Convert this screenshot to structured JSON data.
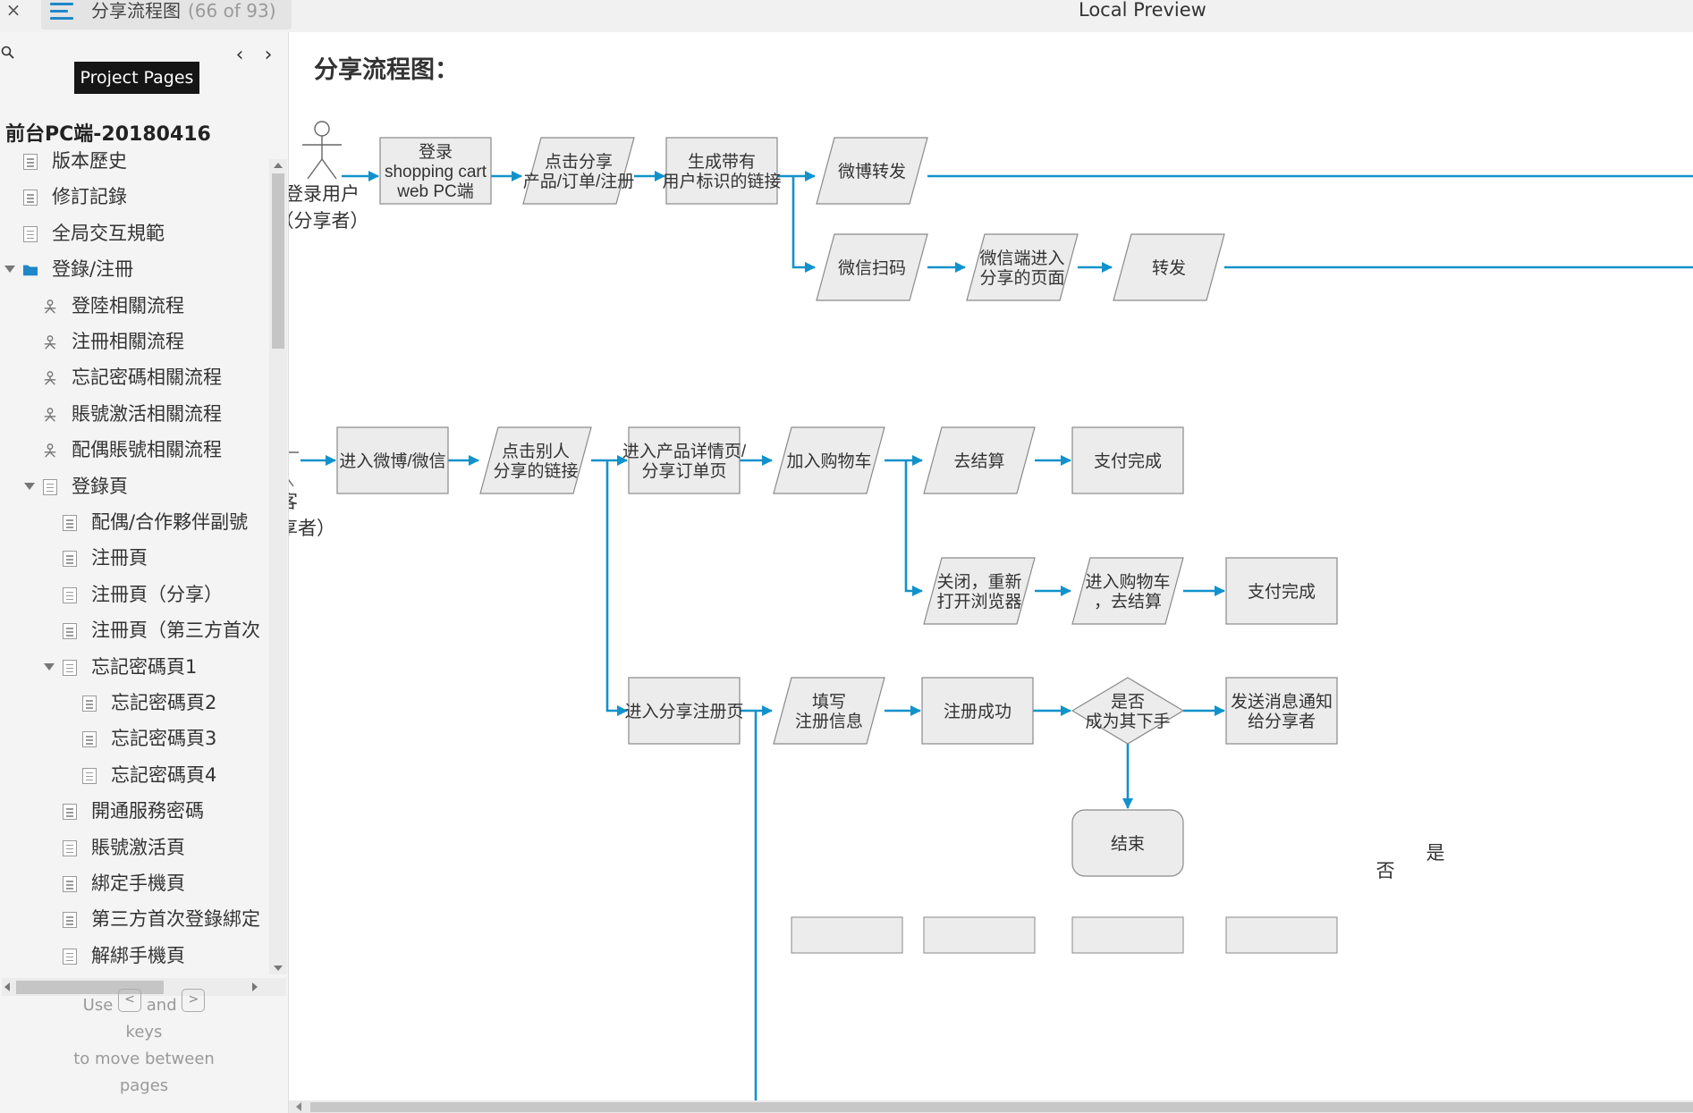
{
  "top_bar": {
    "close_label": "×",
    "tab_title": "分享流程图",
    "tab_count": "(66 of 93)",
    "window_title": "Local Preview"
  },
  "sidebar": {
    "tooltip": "Project Pages",
    "prev_label": "‹",
    "next_label": "›",
    "project_title": "前台PC端-20180416",
    "items": [
      {
        "label": "版本歷史",
        "icon": "page-icon",
        "level": 0,
        "toggle": "none"
      },
      {
        "label": "修訂記錄",
        "icon": "page-icon",
        "level": 0,
        "toggle": "none"
      },
      {
        "label": "全局交互規範",
        "icon": "page-icon",
        "level": 0,
        "toggle": "none"
      },
      {
        "label": "登錄/注冊",
        "icon": "folder-icon",
        "level": 0,
        "toggle": "expanded"
      },
      {
        "label": "登陸相關流程",
        "icon": "flow-icon",
        "level": 1,
        "toggle": "none"
      },
      {
        "label": "注冊相關流程",
        "icon": "flow-icon",
        "level": 1,
        "toggle": "none"
      },
      {
        "label": "忘記密碼相關流程",
        "icon": "flow-icon",
        "level": 1,
        "toggle": "none"
      },
      {
        "label": "賬號激活相關流程",
        "icon": "flow-icon",
        "level": 1,
        "toggle": "none"
      },
      {
        "label": "配偶賬號相關流程",
        "icon": "flow-icon",
        "level": 1,
        "toggle": "none"
      },
      {
        "label": "登錄頁",
        "icon": "page-icon",
        "level": 1,
        "toggle": "expanded"
      },
      {
        "label": "配偶/合作夥伴副號",
        "icon": "page-icon",
        "level": 2,
        "toggle": "none"
      },
      {
        "label": "注冊頁",
        "icon": "page-icon",
        "level": 2,
        "toggle": "none"
      },
      {
        "label": "注冊頁（分享）",
        "icon": "page-icon",
        "level": 2,
        "toggle": "none"
      },
      {
        "label": "注冊頁（第三方首次",
        "icon": "page-icon",
        "level": 2,
        "toggle": "none"
      },
      {
        "label": "忘記密碼頁1",
        "icon": "page-icon",
        "level": 2,
        "toggle": "expanded"
      },
      {
        "label": "忘記密碼頁2",
        "icon": "page-icon",
        "level": 3,
        "toggle": "none"
      },
      {
        "label": "忘記密碼頁3",
        "icon": "page-icon",
        "level": 3,
        "toggle": "none"
      },
      {
        "label": "忘記密碼頁4",
        "icon": "page-icon",
        "level": 3,
        "toggle": "none"
      },
      {
        "label": "開通服務密碼",
        "icon": "page-icon",
        "level": 2,
        "toggle": "none"
      },
      {
        "label": "賬號激活頁",
        "icon": "page-icon",
        "level": 2,
        "toggle": "none"
      },
      {
        "label": "綁定手機頁",
        "icon": "page-icon",
        "level": 2,
        "toggle": "none"
      },
      {
        "label": "第三方首次登錄綁定",
        "icon": "page-icon",
        "level": 2,
        "toggle": "none"
      },
      {
        "label": "解綁手機頁",
        "icon": "page-icon",
        "level": 2,
        "toggle": "none"
      }
    ],
    "hint": {
      "use": "Use",
      "prev_key": "<",
      "and": "and",
      "next_key": ">",
      "keys": "keys",
      "line3": "to move between",
      "line4": "pages"
    }
  },
  "main": {
    "heading": "分享流程图：",
    "colors": {
      "line": "#1192cb",
      "node_fill": "#ececec",
      "node_stroke": "#8a8a8a"
    },
    "actors": [
      {
        "id": "actor-login-user",
        "lines": [
          "登录用户",
          "（分享者）"
        ]
      },
      {
        "id": "actor-guest",
        "lines": [
          "游客",
          "（被分享者）"
        ]
      }
    ],
    "nodes": [
      {
        "id": "n1",
        "shape": "rect",
        "lines": [
          "登录",
          "shopping cart",
          "web PC端"
        ]
      },
      {
        "id": "n2",
        "shape": "para",
        "lines": [
          "点击分享",
          "产品/订单/注册"
        ]
      },
      {
        "id": "n3",
        "shape": "rect",
        "lines": [
          "生成带有",
          "用户标识的链接"
        ]
      },
      {
        "id": "n4",
        "shape": "para",
        "lines": [
          "微博转发"
        ]
      },
      {
        "id": "n5",
        "shape": "para",
        "lines": [
          "微信扫码"
        ]
      },
      {
        "id": "n6",
        "shape": "para",
        "lines": [
          "微信端进入",
          "分享的页面"
        ]
      },
      {
        "id": "n7",
        "shape": "para",
        "lines": [
          "转发"
        ]
      },
      {
        "id": "g1",
        "shape": "rect",
        "lines": [
          "进入微博/微信"
        ]
      },
      {
        "id": "g2",
        "shape": "para",
        "lines": [
          "点击别人",
          "分享的链接"
        ]
      },
      {
        "id": "g3",
        "shape": "rect",
        "lines": [
          "进入产品详情页/",
          "分享订单页"
        ]
      },
      {
        "id": "g4",
        "shape": "para",
        "lines": [
          "加入购物车"
        ]
      },
      {
        "id": "g5",
        "shape": "para",
        "lines": [
          "去结算"
        ]
      },
      {
        "id": "g6",
        "shape": "rect",
        "lines": [
          "支付完成"
        ]
      },
      {
        "id": "g7",
        "shape": "para",
        "lines": [
          "关闭，重新",
          "打开浏览器"
        ]
      },
      {
        "id": "g8",
        "shape": "para",
        "lines": [
          "进入购物车",
          "，去结算"
        ]
      },
      {
        "id": "g9",
        "shape": "rect",
        "lines": [
          "支付完成"
        ]
      },
      {
        "id": "g10",
        "shape": "rect",
        "lines": [
          "进入分享注册页"
        ]
      },
      {
        "id": "g11",
        "shape": "para",
        "lines": [
          "填写",
          "注册信息"
        ]
      },
      {
        "id": "g12",
        "shape": "rect",
        "lines": [
          "注册成功"
        ]
      },
      {
        "id": "g13",
        "shape": "diamond",
        "lines": [
          "是否",
          "成为其下手"
        ]
      },
      {
        "id": "g14",
        "shape": "rect",
        "lines": [
          "发送消息通知",
          "给分享者"
        ]
      },
      {
        "id": "g15",
        "shape": "round",
        "lines": [
          "结束"
        ]
      }
    ],
    "edge_labels": {
      "yes": "是",
      "no": "否"
    }
  }
}
